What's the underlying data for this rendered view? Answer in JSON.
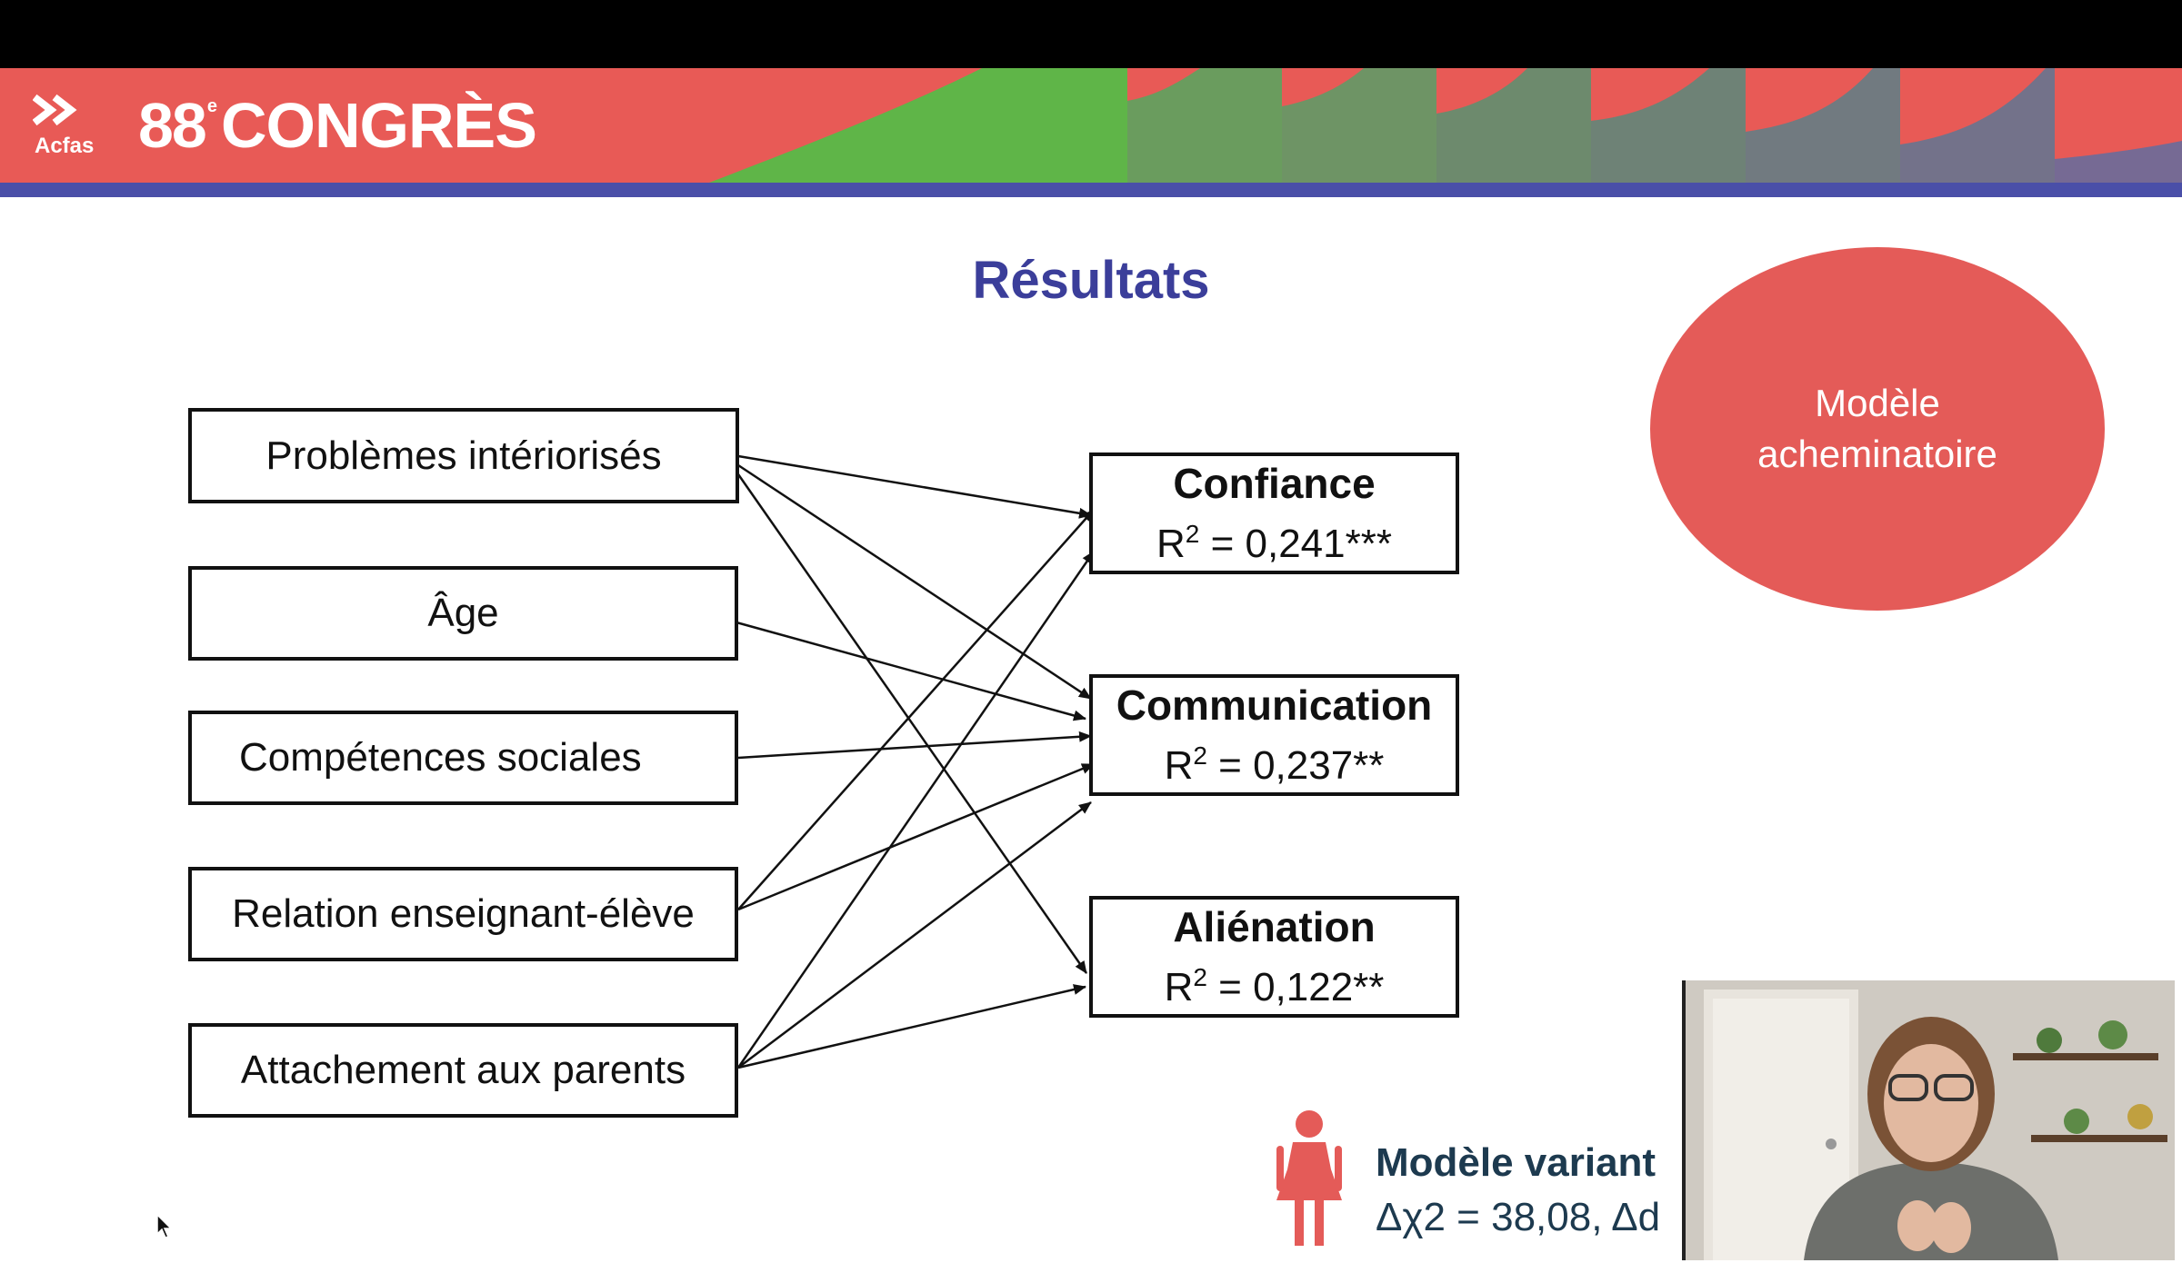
{
  "banner": {
    "logo_org": "Acfas",
    "logo_number": "88",
    "logo_superscript": "e",
    "logo_word": "CONGRÈS",
    "colors": {
      "red": "#e85a56",
      "green": "#5fb548",
      "stripe": "#4a4fa8"
    }
  },
  "slide": {
    "title": "Résultats",
    "predictors": [
      "Problèmes intériorisés",
      "Âge",
      "Compétences sociales",
      "Relation enseignant-élève",
      "Attachement aux parents"
    ],
    "outcomes": [
      {
        "name": "Confiance",
        "r2_prefix": "R",
        "r2_sup": "2",
        "r2_value": " = 0,241***"
      },
      {
        "name": "Communication",
        "r2_prefix": "R",
        "r2_sup": "2",
        "r2_value": " = 0,237**"
      },
      {
        "name": "Aliénation",
        "r2_prefix": "R",
        "r2_sup": "2",
        "r2_value": " = 0,122**"
      }
    ],
    "paths": [
      [
        "Problèmes intériorisés",
        "Confiance"
      ],
      [
        "Problèmes intériorisés",
        "Communication"
      ],
      [
        "Problèmes intériorisés",
        "Aliénation"
      ],
      [
        "Âge",
        "Communication"
      ],
      [
        "Compétences sociales",
        "Communication"
      ],
      [
        "Relation enseignant-élève",
        "Confiance"
      ],
      [
        "Relation enseignant-élève",
        "Communication"
      ],
      [
        "Attachement aux parents",
        "Confiance"
      ],
      [
        "Attachement aux parents",
        "Communication"
      ],
      [
        "Attachement aux parents",
        "Aliénation"
      ]
    ],
    "model_badge": {
      "line1": "Modèle",
      "line2": "acheminatoire",
      "color": "#e45b58"
    },
    "variant": {
      "title": "Modèle variant",
      "stats": "Δχ2 = 38,08, Δd",
      "icon": "female-person-icon",
      "icon_color": "#e45b58"
    }
  },
  "webcam": {
    "icon": "presenter-video-feed"
  },
  "cursor": {
    "icon": "mouse-pointer-icon"
  }
}
